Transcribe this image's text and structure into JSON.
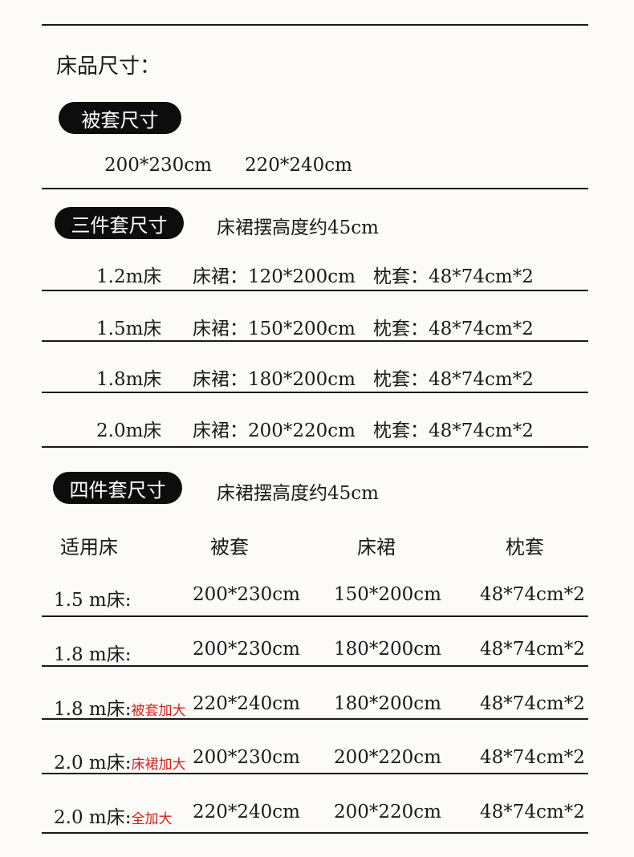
{
  "colors": {
    "text": "#1a1a1a",
    "pill_bg": "#0d0d0d",
    "accent_red": "#d4201c",
    "background": "#fdfbf7"
  },
  "title": "床品尺寸：",
  "duvet_section": {
    "label": "被套尺寸",
    "sizes": [
      "200*230cm",
      "220*240cm"
    ]
  },
  "three_piece": {
    "label": "三件套尺寸",
    "note": "床裙摆高度约45cm",
    "rows": [
      {
        "bed": "1.2m床",
        "skirt": "床裙：120*200cm",
        "pillow": "枕套：48*74cm*2"
      },
      {
        "bed": "1.5m床",
        "skirt": "床裙：150*200cm",
        "pillow": "枕套：48*74cm*2"
      },
      {
        "bed": "1.8m床",
        "skirt": "床裙：180*200cm",
        "pillow": "枕套：48*74cm*2"
      },
      {
        "bed": "2.0m床",
        "skirt": "床裙：200*220cm",
        "pillow": "枕套：48*74cm*2"
      }
    ]
  },
  "four_piece": {
    "label": "四件套尺寸",
    "note": "床裙摆高度约45cm",
    "headers": [
      "适用床",
      "被套",
      "床裙",
      "枕套"
    ],
    "rows": [
      {
        "bed": "1.5 m床:",
        "tag": "",
        "duvet": "200*230cm",
        "skirt": "150*200cm",
        "pillow": "48*74cm*2"
      },
      {
        "bed": "1.8 m床:",
        "tag": "",
        "duvet": "200*230cm",
        "skirt": "180*200cm",
        "pillow": "48*74cm*2"
      },
      {
        "bed": "1.8 m床:",
        "tag": "被套加大",
        "duvet": "220*240cm",
        "skirt": "180*200cm",
        "pillow": "48*74cm*2"
      },
      {
        "bed": "2.0 m床:",
        "tag": "床裙加大",
        "duvet": "200*230cm",
        "skirt": "200*220cm",
        "pillow": "48*74cm*2"
      },
      {
        "bed": "2.0 m床:",
        "tag": "全加大",
        "duvet": "220*240cm",
        "skirt": "200*220cm",
        "pillow": "48*74cm*2"
      }
    ]
  }
}
